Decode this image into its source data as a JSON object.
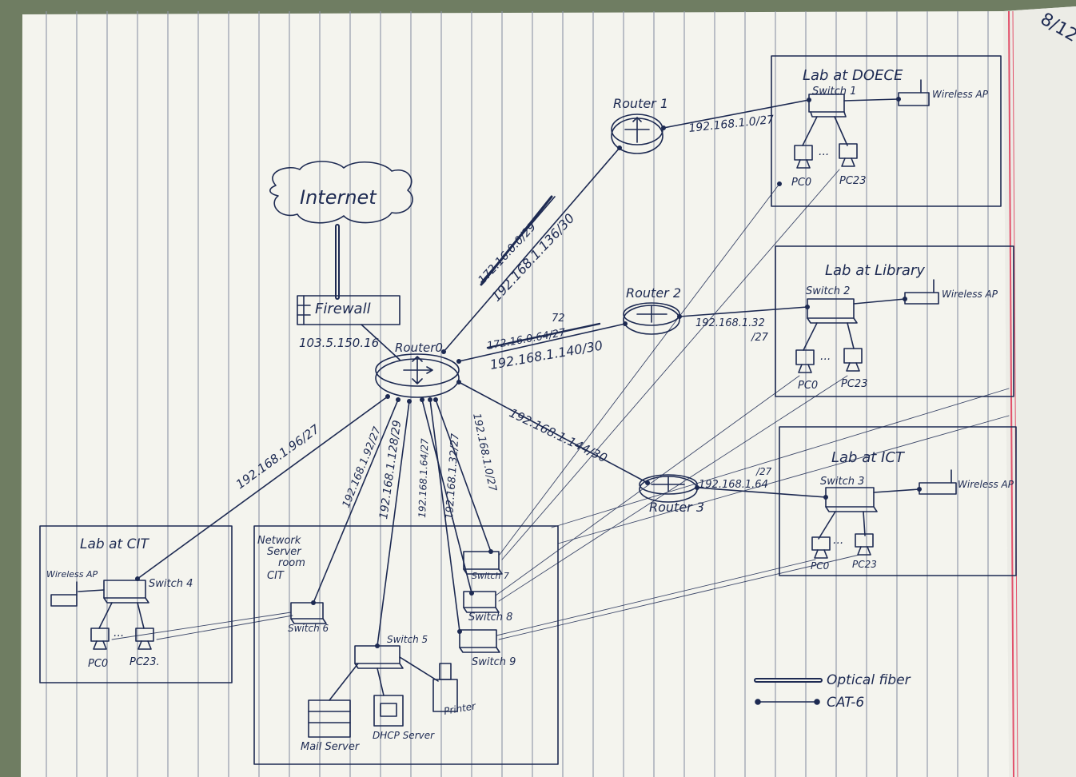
{
  "colors": {
    "paper": "#f4f4ee",
    "rule_line": "#8d95a6",
    "margin_line": "#e2506a",
    "ink": "#1d2a52"
  },
  "page_corner_note": "8/12",
  "internet": {
    "label": "Internet"
  },
  "firewall": {
    "label": "Firewall"
  },
  "labels": {
    "public_ip": "103.5.150.16",
    "router0": "Router0",
    "router1": "Router 1",
    "router2": "Router 2",
    "router3": "Router 3"
  },
  "links": {
    "r0_r1": "192.168.1.136/30",
    "r0_r1_struck": "172.16.0.0/29",
    "r0_r2": "192.168.1.140/30",
    "r0_r2_struck": "172.16.0.64/27",
    "r0_r2_struck_num": "72",
    "r0_r3": "192.168.1.144/30",
    "r1_switch1": "192.168.1.0/27",
    "r2_switch2_a": "192.168.1.32",
    "r2_switch2_b": "/27",
    "r3_switch3_a": "192.168.1.64",
    "r3_switch3_b": "/27",
    "r0_switch4": "192.168.1.96/27",
    "r0_switch6": "192.168.1.92/27",
    "r0_switch5": "192.168.1.128/29",
    "r0_switch7": "192.168.1.64/27",
    "r0_switch8": "192.168.1.32/27",
    "r0_switch9": "192.168.1.0/27"
  },
  "labs": {
    "doece": {
      "title": "Lab at DOECE",
      "switch": "Switch 1",
      "ap": "Wireless AP",
      "pc_first": "PC0",
      "pc_last": "PC23"
    },
    "library": {
      "title": "Lab at Library",
      "switch": "Switch 2",
      "ap": "Wireless AP",
      "pc_first": "PC0",
      "pc_last": "PC23"
    },
    "ict": {
      "title": "Lab at ICT",
      "switch": "Switch 3",
      "ap": "Wireless AP",
      "pc_first": "PC0",
      "pc_last": "PC23"
    },
    "cit": {
      "title": "Lab at CIT",
      "switch": "Switch 4",
      "ap": "Wireless AP",
      "pc_first": "PC0",
      "pc_last": "PC23."
    }
  },
  "server_room": {
    "title_1": "Network",
    "title_2": "Server",
    "title_3": "room",
    "title_4": "CIT",
    "switch5": "Switch 5",
    "switch6": "Switch 6",
    "switch7": "Switch 7",
    "switch8": "Switch 8",
    "switch9": "Switch 9",
    "mail": "Mail Server",
    "dhcp": "DHCP Server",
    "printer": "Printer"
  },
  "legend": {
    "fiber": "Optical fiber",
    "cat6": "CAT-6"
  },
  "pc_dots": "..."
}
